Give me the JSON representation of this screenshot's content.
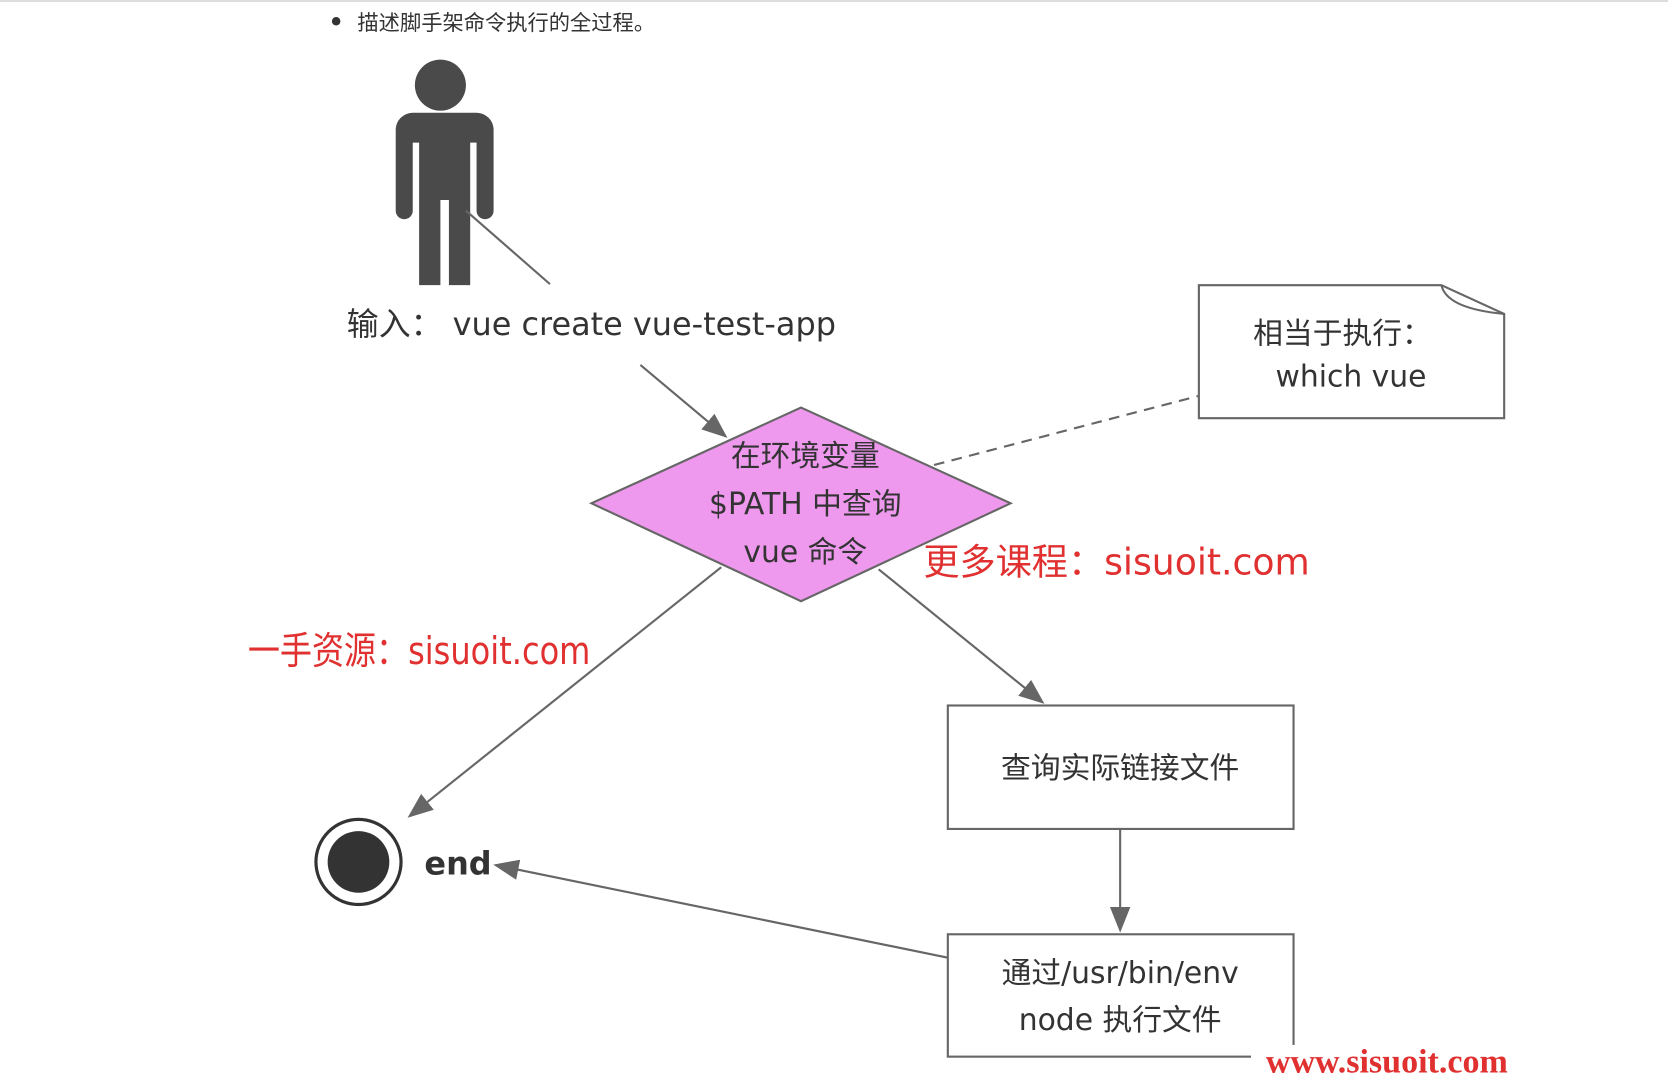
{
  "header": {
    "bullet_text": "描述脚手架命令执行的全过程。"
  },
  "diagram": {
    "actor_label": "输入： vue create vue-test-app",
    "decision": {
      "line1": "在环境变量",
      "line2": "$PATH 中查询",
      "line3": "vue 命令",
      "fill": "#ee99ee"
    },
    "note": {
      "line1": "相当于执行：",
      "line2": "which vue"
    },
    "box1": "查询实际链接文件",
    "box2": {
      "line1": "通过/usr/bin/env",
      "line2": "node 执行文件"
    },
    "end_label": "end"
  },
  "watermarks": {
    "center": "更多课程：sisuoit.com",
    "left": "一手资源：sisuoit.com",
    "bottom": "www.sisuoit.com",
    "color": "#e03030"
  }
}
